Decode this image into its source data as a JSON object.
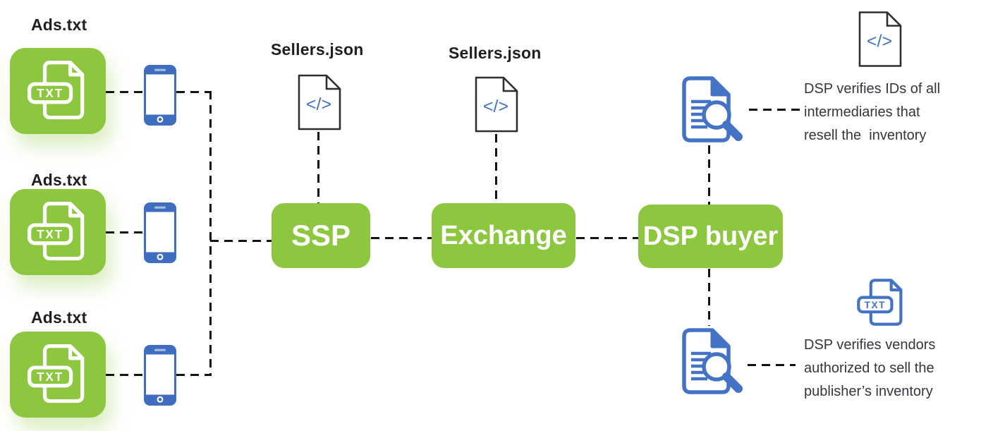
{
  "publishers": [
    {
      "label": "Ads.txt"
    },
    {
      "label": "Ads.txt"
    },
    {
      "label": "Ads.txt"
    }
  ],
  "sellers_files": [
    {
      "label": "Sellers.json"
    },
    {
      "label": "Sellers.json"
    }
  ],
  "nodes": {
    "ssp_label": "SSP",
    "exchange_label": "Exchange",
    "dsp_label": "DSP buyer"
  },
  "file_badges": {
    "txt": "TXT",
    "code": "</>"
  },
  "annotations": {
    "top_right": "DSP verifies IDs of all\nintermediaries that\nresell the  inventory",
    "bottom_right": "DSP verifies vendors\nauthorized to sell the\npublisher’s inventory"
  },
  "icons": {
    "txt_file": "txt-file-icon",
    "code_file": "code-file-icon",
    "phone": "smartphone-icon",
    "search_doc": "document-search-icon"
  },
  "colors": {
    "green": "#8dc63f",
    "blue": "#4472c4",
    "phone_blue": "#3f6dbf",
    "line": "#141414",
    "label_text": "#1f1f1f",
    "annotation_text": "#33363b"
  }
}
